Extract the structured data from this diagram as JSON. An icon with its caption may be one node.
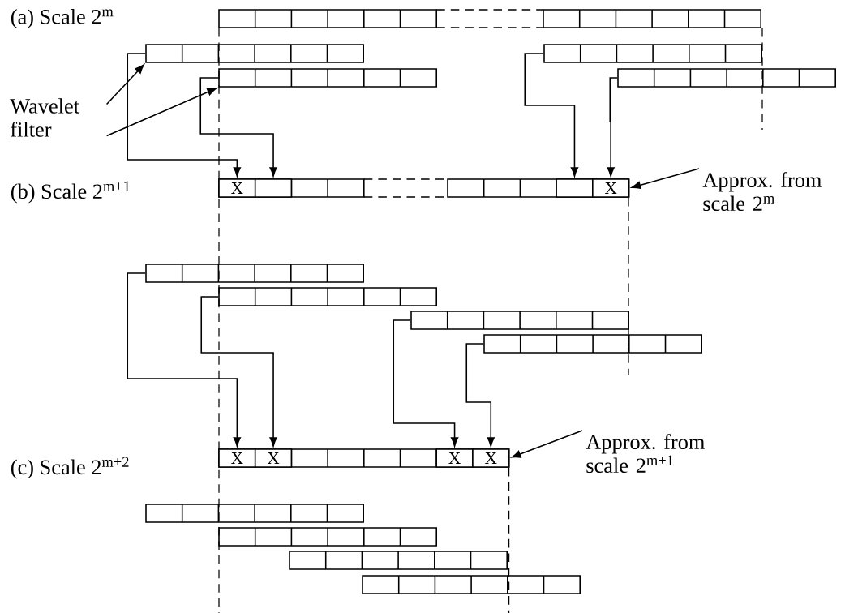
{
  "diagram": {
    "nodes": [
      {
        "text": [],
        "shape": "bar"
      },
      {
        "text": [],
        "shape": "bar"
      },
      {
        "text": [],
        "shape": "bar"
      },
      {
        "text": [],
        "shape": "bar"
      },
      {
        "text": [],
        "shape": "bar"
      },
      {
        "text": [
          "Wavelet filter"
        ]
      },
      {
        "text": [],
        "shape": "bar"
      },
      {
        "text": [
          "X"
        ],
        "in": 6
      },
      {
        "text": [],
        "shape": "box",
        "in": 6
      },
      {
        "text": [],
        "shape": "box",
        "in": 6
      },
      {
        "text": [
          "X"
        ],
        "in": 6
      },
      {
        "text": [
          "Approx. from scale 2$^{m}$"
        ]
      },
      {
        "text": [],
        "shape": "bar"
      },
      {
        "text": [],
        "shape": "bar"
      },
      {
        "text": [],
        "shape": "bar"
      },
      {
        "text": [],
        "shape": "bar"
      },
      {
        "text": [],
        "shape": "bar"
      },
      {
        "text": [
          "X"
        ],
        "in": 16
      },
      {
        "text": [
          "X"
        ],
        "in": 16
      },
      {
        "text": [
          "X"
        ],
        "in": 16
      },
      {
        "text": [
          "X"
        ],
        "in": 16
      },
      {
        "text": [
          "Approx. from scale 2$^{m+1}$"
        ]
      },
      {
        "text": [],
        "shape": "bar"
      },
      {
        "text": [],
        "shape": "bar"
      },
      {
        "text": [],
        "shape": "bar"
      },
      {
        "text": [],
        "shape": "bar"
      }
    ],
    "edges": [
      {
        "from": 5,
        "to": 1,
        "arrow": "to"
      },
      {
        "from": 5,
        "to": 2,
        "arrow": "to"
      },
      {
        "from": 11,
        "to": 6,
        "arrow": "to"
      },
      {
        "from": 21,
        "to": 16,
        "arrow": "to"
      },
      {
        "from": 1,
        "to": 7,
        "arrow": "to"
      },
      {
        "from": 2,
        "to": 8,
        "arrow": "to"
      },
      {
        "from": 3,
        "to": 9,
        "arrow": "to"
      },
      {
        "from": 4,
        "to": 10,
        "arrow": "to"
      },
      {
        "from": 12,
        "to": 17,
        "arrow": "to"
      },
      {
        "from": 13,
        "to": 18,
        "arrow": "to"
      },
      {
        "from": 14,
        "to": 19,
        "arrow": "to"
      },
      {
        "from": 15,
        "to": 20,
        "arrow": "to"
      }
    ],
    "labels": [
      "(a) Scale 2$^{m}$",
      "(b) Scale 2$^{m+1}$",
      "(c) Scale 2$^{m+2}$"
    ]
  }
}
